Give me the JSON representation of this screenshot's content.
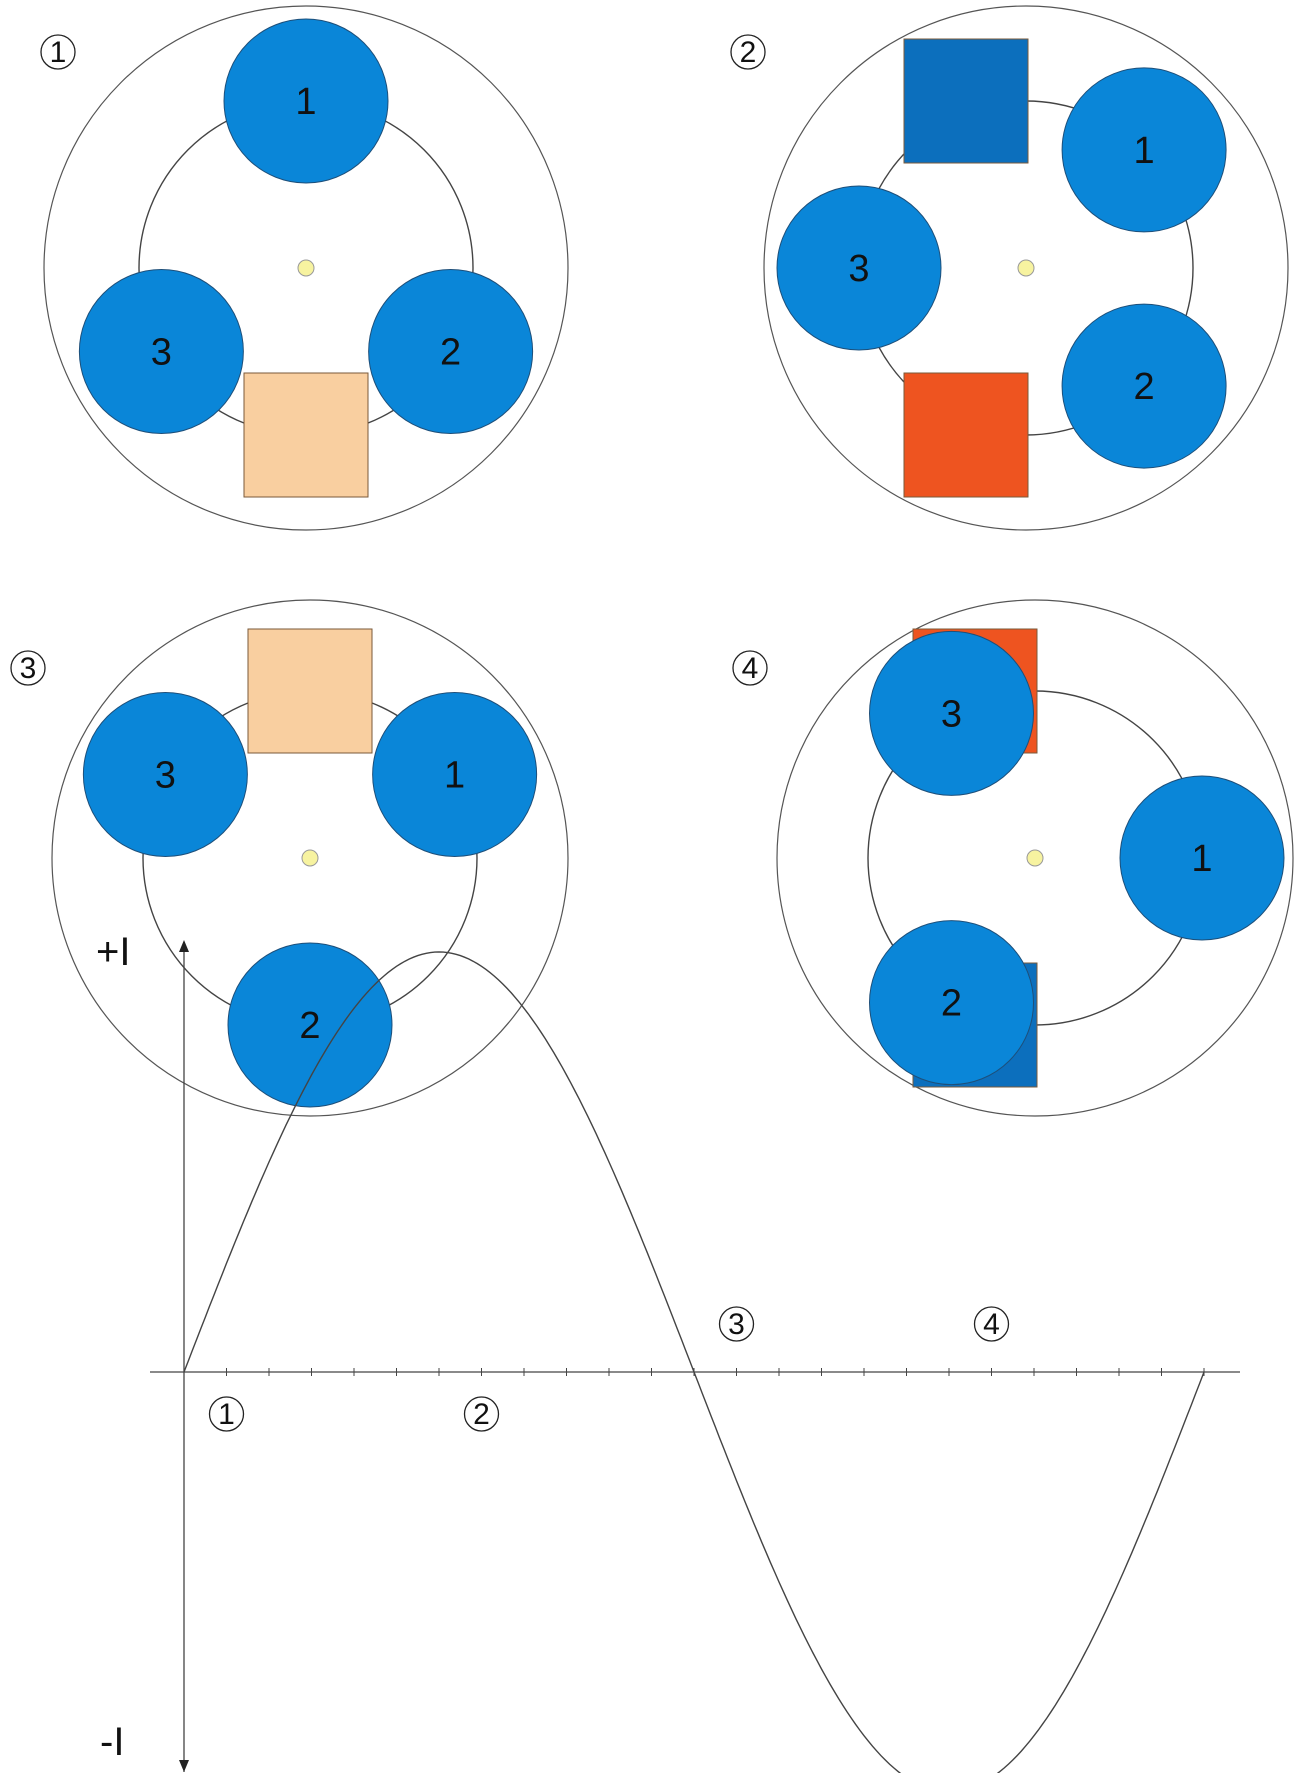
{
  "stages": [
    {
      "marker": "1",
      "rollers": [
        {
          "label": "1",
          "angle_deg": 90
        },
        {
          "label": "2",
          "angle_deg": -30
        },
        {
          "label": "3",
          "angle_deg": 210
        }
      ],
      "pads": [
        {
          "angle_deg": -90,
          "state": "light"
        }
      ]
    },
    {
      "marker": "2",
      "rollers": [
        {
          "label": "1",
          "angle_deg": 45
        },
        {
          "label": "2",
          "angle_deg": -45
        },
        {
          "label": "3",
          "angle_deg": 180
        }
      ],
      "pads": [
        {
          "angle_deg": 90,
          "state": "blue"
        },
        {
          "angle_deg": -90,
          "state": "red"
        }
      ]
    },
    {
      "marker": "3",
      "rollers": [
        {
          "label": "1",
          "angle_deg": 30
        },
        {
          "label": "2",
          "angle_deg": -90
        },
        {
          "label": "3",
          "angle_deg": 150
        }
      ],
      "pads": [
        {
          "angle_deg": 90,
          "state": "light"
        }
      ]
    },
    {
      "marker": "4",
      "rollers": [
        {
          "label": "1",
          "angle_deg": 0
        },
        {
          "label": "2",
          "angle_deg": -120
        },
        {
          "label": "3",
          "angle_deg": 120
        }
      ],
      "pads": [
        {
          "angle_deg": 90,
          "state": "red"
        },
        {
          "angle_deg": -90,
          "state": "blue"
        }
      ]
    }
  ],
  "chart_data": {
    "type": "line",
    "y_top_label": "+I",
    "y_bottom_label": "-I",
    "x_range": [
      0,
      24
    ],
    "y_range": [
      -1,
      1
    ],
    "tick_count": 24,
    "series": [
      {
        "function": "sin",
        "period": 24,
        "amplitude": 1
      }
    ],
    "markers": [
      {
        "label": "1",
        "x": 1,
        "position": "below"
      },
      {
        "label": "2",
        "x": 7,
        "position": "below"
      },
      {
        "label": "3",
        "x": 13,
        "position": "above"
      },
      {
        "label": "4",
        "x": 19,
        "position": "above"
      }
    ]
  },
  "colors": {
    "roller": "#0A86D8",
    "roller_stroke": "#1D4F7A",
    "pad_light": "#F9CFA0",
    "pad_red": "#EE5420",
    "pad_blue": "#0C6FBD",
    "hub": "#F7F3A0",
    "line": "#444444"
  }
}
